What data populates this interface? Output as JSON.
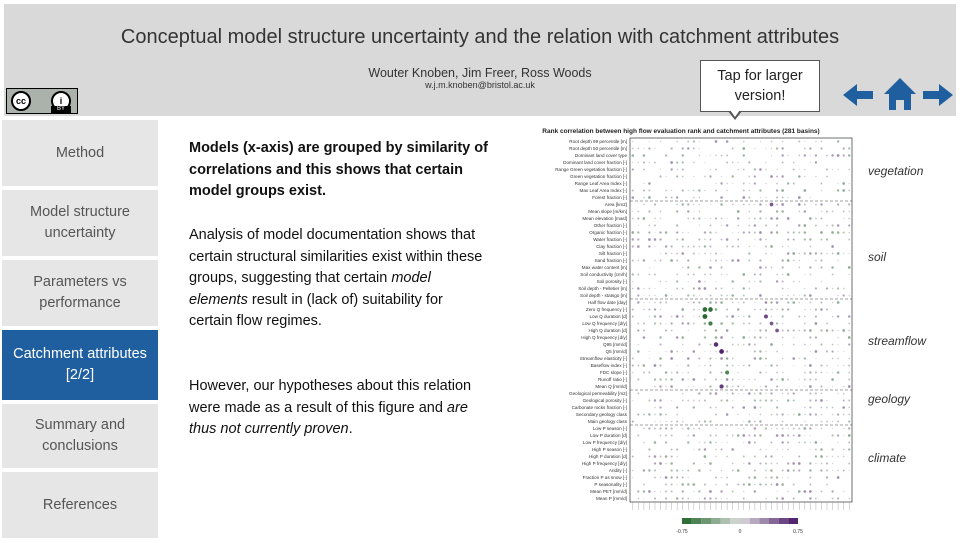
{
  "header": {
    "title": "Conceptual model structure uncertainty and the relation with catchment attributes",
    "authors": "Wouter Knoben, Jim Freer, Ross Woods",
    "email": "w.j.m.knoben@bristol.ac.uk",
    "license_badge": {
      "cc": "cc",
      "person": "i",
      "by": "BY"
    },
    "tap_button": "Tap for larger version!"
  },
  "nav": {
    "items": [
      {
        "label": "Method",
        "active": false
      },
      {
        "label": "Model structure uncertainty",
        "active": false
      },
      {
        "label": "Parameters vs performance",
        "active": false
      },
      {
        "label": "Catchment attributes [2/2]",
        "active": true
      },
      {
        "label": "Summary and conclusions",
        "active": false
      },
      {
        "label": "References",
        "active": false
      }
    ],
    "controls": {
      "prev": "arrow-left-icon",
      "home": "home-icon",
      "next": "arrow-right-icon"
    },
    "colors": {
      "active": "#1f5f9f",
      "inactive": "#e6e6e6",
      "arrow": "#1f5f9f"
    }
  },
  "content": {
    "p1": "Models (x-axis) are grouped by similarity of correlations and this shows that certain model groups exist.",
    "p2_a": "Analysis of model documentation shows that certain structural similarities exist within these groups, suggesting that certain ",
    "p2_em": "model elements",
    "p2_b": " result in (lack of) suitability for certain flow regimes.",
    "p3_a": "However, our hypotheses about this relation were made as a result of this figure and ",
    "p3_em": "are thus not currently proven",
    "p3_b": "."
  },
  "chart_data": {
    "type": "heatmap",
    "title": "Rank correlation between high flow evaluation rank and catchment attributes (281 basins)",
    "rows": [
      "Root depth 99 percentile [m]",
      "Root depth 50 percentile [m]",
      "Dominant land cover type",
      "Dominant land cover fraction [-]",
      "Range Green vegetation fraction [-]",
      "Green vegetation fraction [-]",
      "Range Leaf Area Index [-]",
      "Max Leaf Area Index [-]",
      "Forest fraction [-]",
      "Area [km2]",
      "Mean slope [m/km]",
      "Mean elevation [masl]",
      "Other fraction [-]",
      "Organic fraction [-]",
      "Water fraction [-]",
      "Clay fraction [-]",
      "Silt fraction [-]",
      "Sand fraction [-]",
      "Max water content [m]",
      "Soil conductivity [cm/h]",
      "Soil porosity [-]",
      "Soil depth - Pelletier [m]",
      "Soil depth - statsgo [m]",
      "Half flow date [day]",
      "Zero Q frequency [-]",
      "Low Q duration [d]",
      "Low Q frequency [d/y]",
      "High Q duration [d]",
      "High Q frequency [d/y]",
      "Q95 [mm/d]",
      "Q5 [mm/d]",
      "Streamflow elasticity [-]",
      "Baseflow index [-]",
      "FDC slope [-]",
      "Runoff ratio [-]",
      "Mean Q [mm/d]",
      "Geological permeability [m2]",
      "Geological porosity [-]",
      "Carbonate rocks fraction [-]",
      "Secondary geology class",
      "Main geology class",
      "Low P season [-]",
      "Low P duration [d]",
      "Low P frequency [d/y]",
      "High P season [-]",
      "High P duration [d]",
      "High P frequency [d/y]",
      "Aridity [-]",
      "Fraction P as snow [-]",
      "P seasonality [-]",
      "Mean PET [mm/d]",
      "Mean P [mm/d]"
    ],
    "groups": [
      {
        "name": "vegetation",
        "start": 0,
        "count": 9
      },
      {
        "name": "soil",
        "start": 9,
        "count": 14
      },
      {
        "name": "streamflow",
        "start": 23,
        "count": 13
      },
      {
        "name": "geology",
        "start": 36,
        "count": 5
      },
      {
        "name": "climate",
        "start": 41,
        "count": 11
      }
    ],
    "n_models": 40,
    "colorbar": {
      "min": -0.75,
      "max": 0.75,
      "min_label": "-0.75",
      "max_label": "0.75",
      "mid_label": "0"
    },
    "colormap": {
      "negative": "#1a6b2a",
      "neutral": "#dcdcdc",
      "positive": "#4a1060"
    },
    "highlights": [
      {
        "row": 24,
        "col": 13,
        "value": -0.7
      },
      {
        "row": 24,
        "col": 14,
        "value": -0.68
      },
      {
        "row": 25,
        "col": 13,
        "value": -0.72
      },
      {
        "row": 26,
        "col": 14,
        "value": -0.6
      },
      {
        "row": 29,
        "col": 15,
        "value": 0.65
      },
      {
        "row": 30,
        "col": 16,
        "value": 0.7
      },
      {
        "row": 33,
        "col": 17,
        "value": -0.55
      },
      {
        "row": 35,
        "col": 16,
        "value": 0.6
      },
      {
        "row": 9,
        "col": 25,
        "value": 0.5
      },
      {
        "row": 25,
        "col": 24,
        "value": 0.55
      },
      {
        "row": 26,
        "col": 25,
        "value": 0.5
      },
      {
        "row": 27,
        "col": 26,
        "value": 0.5
      }
    ]
  }
}
